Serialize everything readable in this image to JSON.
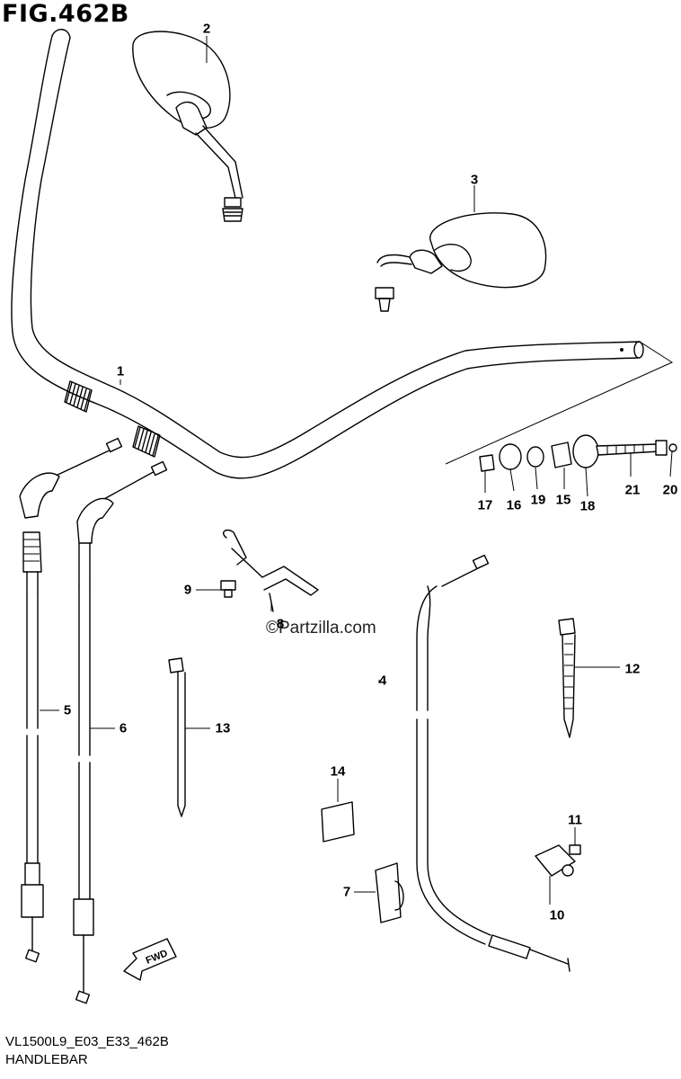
{
  "figure": {
    "title": "FIG.462B",
    "model_code": "VL1500L9_E03_E33_462B",
    "section_name": "HANDLEBAR",
    "watermark": "©Partzilla.com",
    "fwd_label": "FWD"
  },
  "callouts": [
    "1",
    "2",
    "3",
    "4",
    "5",
    "6",
    "7",
    "8",
    "9",
    "10",
    "11",
    "12",
    "13",
    "14",
    "15",
    "16",
    "17",
    "18",
    "19",
    "20",
    "21"
  ]
}
